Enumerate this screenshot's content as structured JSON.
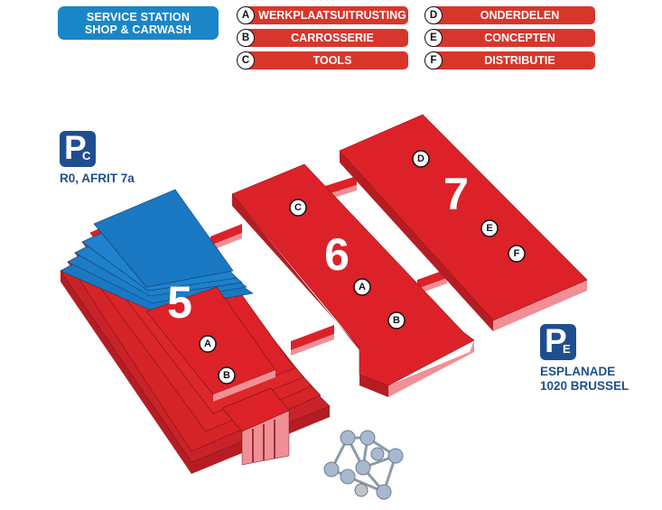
{
  "header": {
    "service_box": {
      "line1": "SERVICE STATION",
      "line2": "SHOP & CARWASH",
      "color": "#1a86c7"
    }
  },
  "legend": {
    "color": "#d8362b",
    "items": [
      {
        "letter": "A",
        "label": "WERKPLAATSUITRUSTING"
      },
      {
        "letter": "B",
        "label": "CARROSSERIE"
      },
      {
        "letter": "C",
        "label": "TOOLS"
      },
      {
        "letter": "D",
        "label": "ONDERDELEN"
      },
      {
        "letter": "E",
        "label": "CONCEPTEN"
      },
      {
        "letter": "F",
        "label": "DISTRIBUTIE"
      }
    ]
  },
  "parking": [
    {
      "id": "P",
      "sub": "C",
      "line1": "R0, AFRIT 7a",
      "line2": ""
    },
    {
      "id": "P",
      "sub": "E",
      "line1": "ESPLANADE",
      "line2": "1020 BRUSSEL"
    }
  ],
  "halls": [
    {
      "number": "5",
      "badges": [
        "A",
        "B"
      ]
    },
    {
      "number": "6",
      "badges": [
        "C",
        "A",
        "B"
      ]
    },
    {
      "number": "7",
      "badges": [
        "D",
        "E",
        "F"
      ]
    }
  ],
  "landmark": {
    "name": "atomium-icon"
  },
  "colors": {
    "hall_red": "#dc2228",
    "hall_side": "#b51d22",
    "hall_light": "#f08f95",
    "hall_blue": "#1a78c2",
    "parking_blue": "#1f4e8f"
  }
}
